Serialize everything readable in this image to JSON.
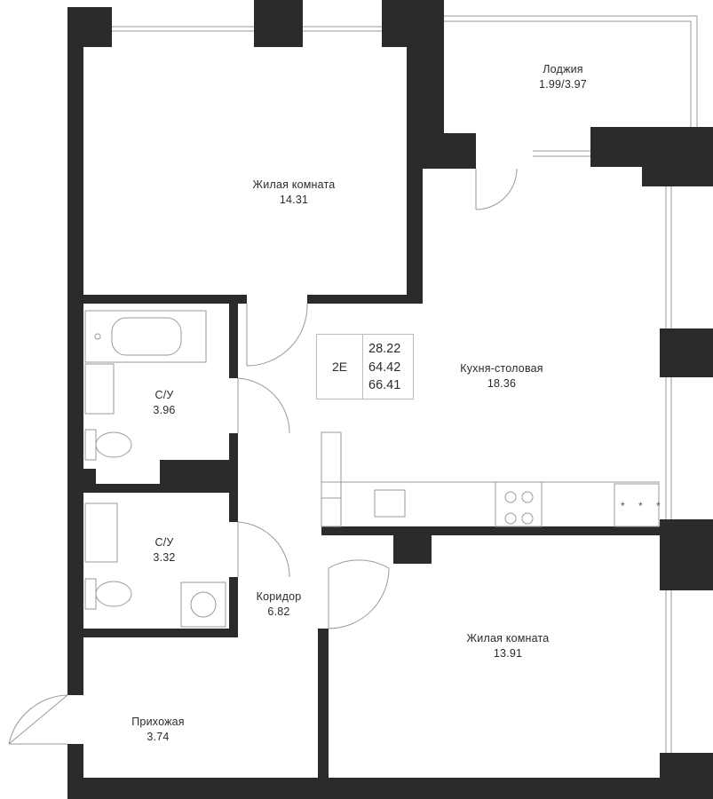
{
  "plan": {
    "unit_code": "2E",
    "areas": [
      "28.22",
      "64.42",
      "66.41"
    ],
    "rooms": [
      {
        "name": "Лоджия",
        "area": "1.99/3.97"
      },
      {
        "name": "Жилая комната",
        "area": "14.31"
      },
      {
        "name": "Кухня-столовая",
        "area": "18.36"
      },
      {
        "name": "С/У",
        "area": "3.96"
      },
      {
        "name": "С/У",
        "area": "3.32"
      },
      {
        "name": "Коридор",
        "area": "6.82"
      },
      {
        "name": "Жилая комната",
        "area": "13.91"
      },
      {
        "name": "Прихожая",
        "area": "3.74"
      }
    ]
  },
  "colors": {
    "wall": "#2b2b2b",
    "fixture_line": "#9a9a9a",
    "background": "#ffffff"
  }
}
